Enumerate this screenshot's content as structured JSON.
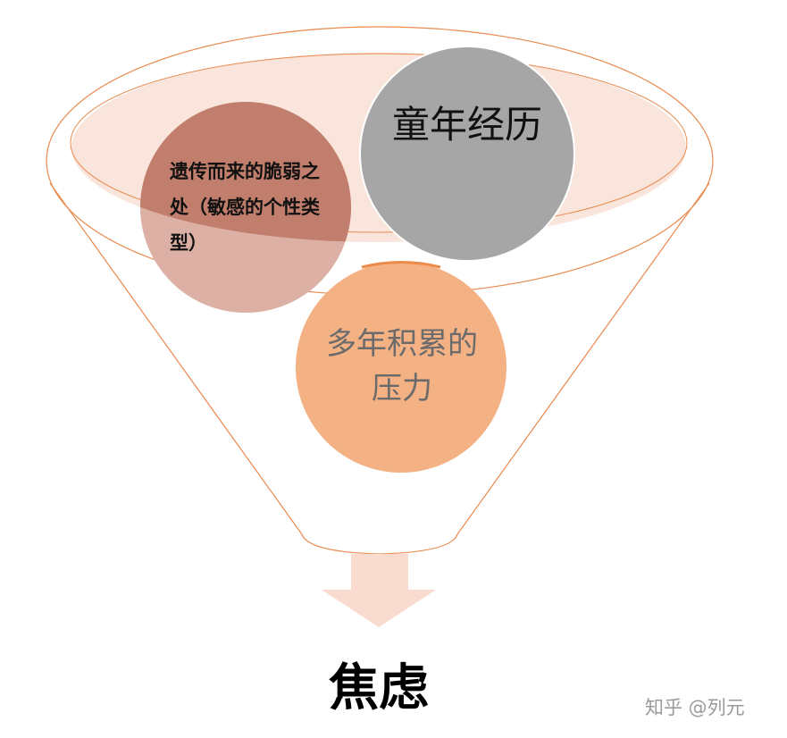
{
  "diagram": {
    "inputs": [
      {
        "label": "遗传而来的脆弱之处（敏感的个性类型）",
        "color": "#c27e6d"
      },
      {
        "label": "童年经历",
        "color": "#a6a6a6"
      },
      {
        "label": "多年积累的压力",
        "color": "#f4b183"
      }
    ],
    "output": "焦虑",
    "funnel_color": "#e98a4f",
    "watermark": "知乎 @列元"
  }
}
